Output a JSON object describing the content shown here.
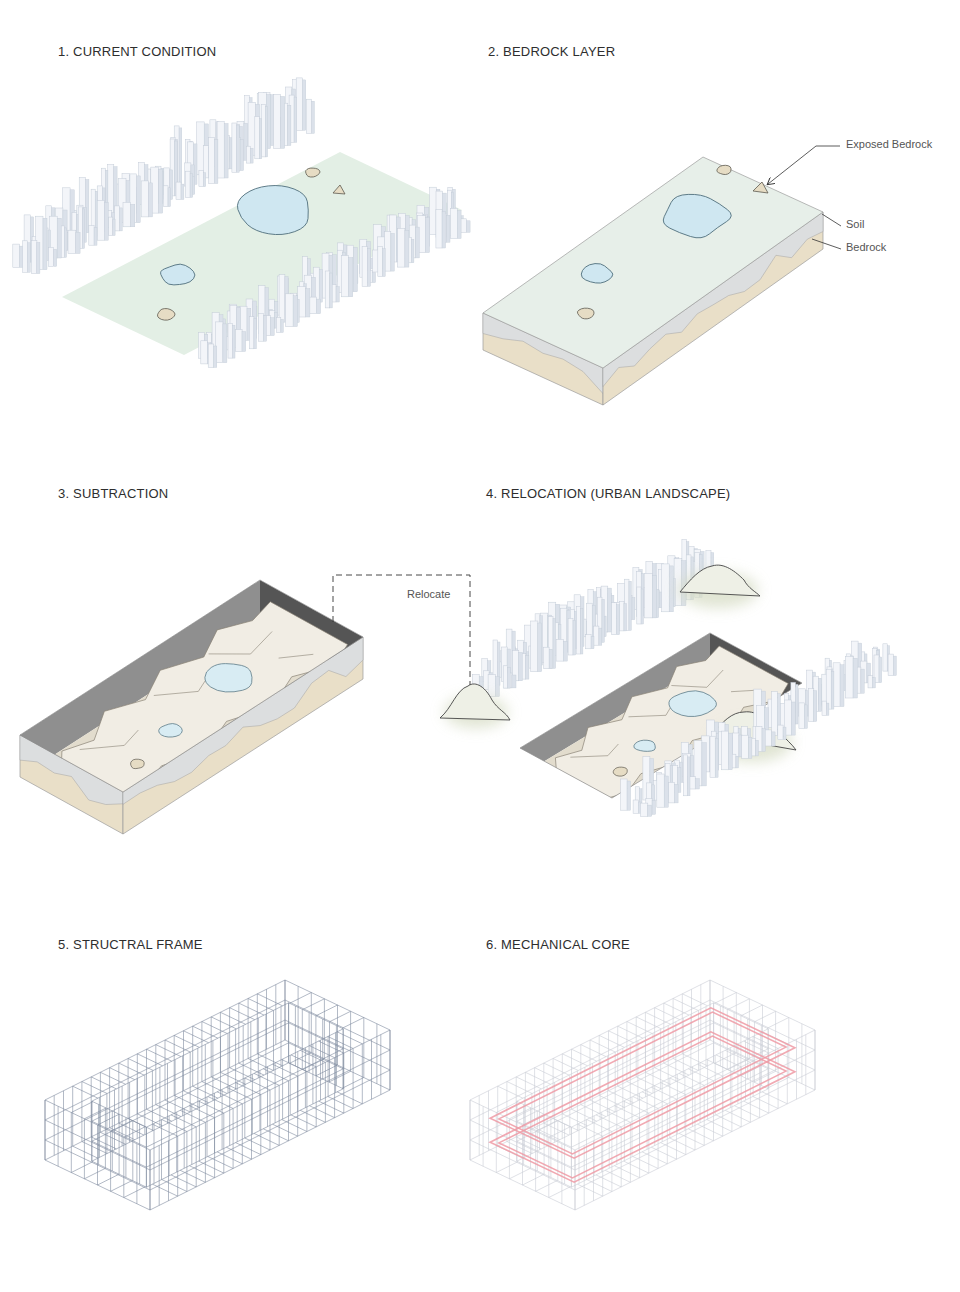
{
  "diagram": {
    "labels": [
      "1. CURRENT CONDITION",
      "2. BEDROCK LAYER",
      "Exposed Bedrock",
      "Soil",
      "Bedrock",
      "3. SUBTRACTION",
      "Relocate",
      "4. RELOCATION (URBAN LANDSCAPE)",
      "5. STRUCTRAL FRAME",
      "6. MECHANICAL CORE"
    ]
  }
}
